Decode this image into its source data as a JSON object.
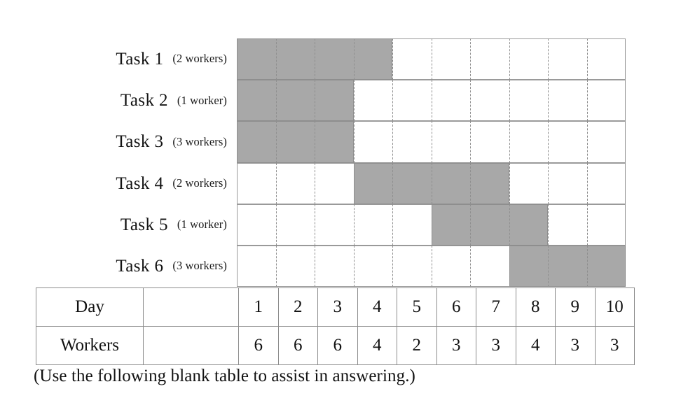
{
  "chart_data": {
    "type": "bar",
    "chart_subtype": "gantt-schedule",
    "title": "",
    "xlabel": "Day",
    "ylabel": "",
    "categories": [
      "Task 1",
      "Task 2",
      "Task 3",
      "Task 4",
      "Task 5",
      "Task 6"
    ],
    "x": [
      1,
      2,
      3,
      4,
      5,
      6,
      7,
      8,
      9,
      10
    ],
    "xlim": [
      1,
      10
    ],
    "grid": true,
    "legend": "none",
    "bar_fill_color": "#a8a8a8",
    "grid_line_color": "#8f8f8f",
    "tasks": [
      {
        "name": "Task 1",
        "workers_label": "(2 workers)",
        "workers": 2,
        "start_day": 1,
        "end_day": 4,
        "duration": 4
      },
      {
        "name": "Task 2",
        "workers_label": "(1 worker)",
        "workers": 1,
        "start_day": 1,
        "end_day": 3,
        "duration": 3
      },
      {
        "name": "Task 3",
        "workers_label": "(3 workers)",
        "workers": 3,
        "start_day": 1,
        "end_day": 3,
        "duration": 3
      },
      {
        "name": "Task 4",
        "workers_label": "(2 workers)",
        "workers": 2,
        "start_day": 4,
        "end_day": 7,
        "duration": 4
      },
      {
        "name": "Task 5",
        "workers_label": "(1 worker)",
        "workers": 1,
        "start_day": 6,
        "end_day": 8,
        "duration": 3
      },
      {
        "name": "Task 6",
        "workers_label": "(3 workers)",
        "workers": 3,
        "start_day": 8,
        "end_day": 10,
        "duration": 3
      }
    ],
    "series": [
      {
        "name": "Workers per day",
        "values": [
          6,
          6,
          6,
          4,
          2,
          3,
          3,
          4,
          3,
          3
        ]
      }
    ]
  },
  "gantt": {
    "rows": [
      {
        "name": "Task 1",
        "workers_label": "(2 workers)"
      },
      {
        "name": "Task 2",
        "workers_label": "(1 worker)"
      },
      {
        "name": "Task 3",
        "workers_label": "(3 workers)"
      },
      {
        "name": "Task 4",
        "workers_label": "(2 workers)"
      },
      {
        "name": "Task 5",
        "workers_label": "(1 worker)"
      },
      {
        "name": "Task 6",
        "workers_label": "(3 workers)"
      }
    ]
  },
  "table": {
    "day_row_label": "Day",
    "workers_row_label": "Workers",
    "blank_cell": "",
    "days": [
      "1",
      "2",
      "3",
      "4",
      "5",
      "6",
      "7",
      "8",
      "9",
      "10"
    ],
    "workers": [
      "6",
      "6",
      "6",
      "4",
      "2",
      "3",
      "3",
      "4",
      "3",
      "3"
    ]
  },
  "caption": {
    "text": "(Use the following blank table to assist in answering.)"
  }
}
